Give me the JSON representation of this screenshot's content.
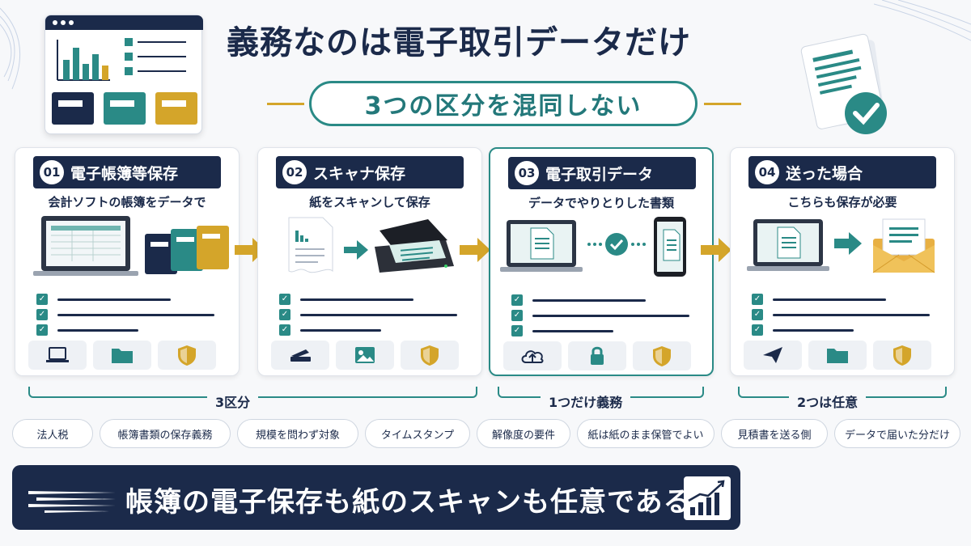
{
  "title": "義務なのは電子取引データだけ",
  "subtitle": "3つの区分を混同しない",
  "cards": [
    {
      "num": "01",
      "title": "電子帳簿等保存",
      "subtitle": "会計ソフトの帳簿をデータで",
      "icons": [
        "laptop-icon",
        "folder-icon",
        "shield-icon"
      ]
    },
    {
      "num": "02",
      "title": "スキャナ保存",
      "subtitle": "紙をスキャンして保存",
      "icons": [
        "scanner-icon",
        "image-icon",
        "shield-icon"
      ]
    },
    {
      "num": "03",
      "title": "電子取引データ",
      "subtitle": "データでやりとりした書類",
      "icons": [
        "cloud-upload-icon",
        "lock-icon",
        "shield-icon"
      ]
    },
    {
      "num": "04",
      "title": "送った場合",
      "subtitle": "こちらも保存が必要",
      "icons": [
        "send-icon",
        "folder-icon",
        "shield-icon"
      ]
    }
  ],
  "brackets": {
    "b1": "3区分",
    "b2": "1つだけ義務",
    "b3": "2つは任意"
  },
  "tags": [
    "法人税",
    "帳簿書類の保存義務",
    "規模を問わず対象",
    "タイムスタンプ",
    "解像度の要件",
    "紙は紙のまま保管でよい",
    "見積書を送る側",
    "データで届いた分だけ"
  ],
  "banner": "帳簿の電子保存も紙のスキャンも任意である",
  "colors": {
    "navy": "#1b2a4a",
    "teal": "#2a8a86",
    "gold": "#d4a52a"
  }
}
